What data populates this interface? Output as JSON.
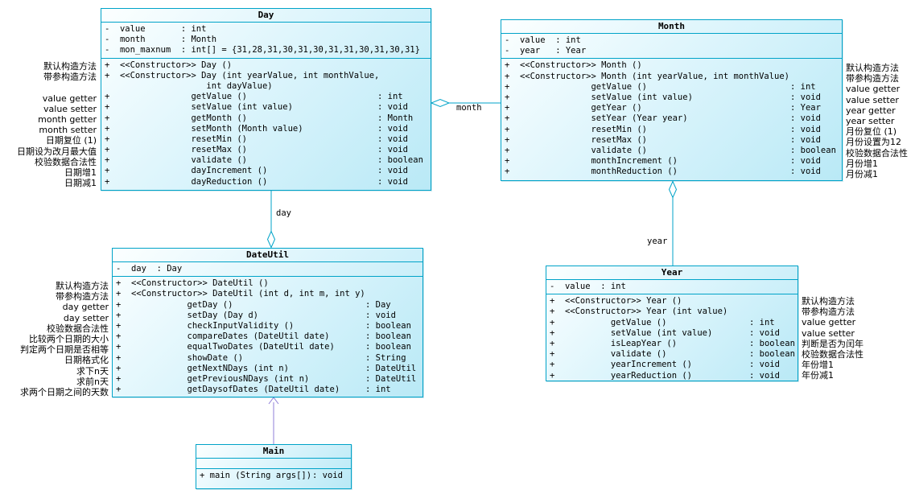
{
  "diagram": {
    "classes": [
      {
        "id": "day",
        "title": "Day",
        "attributes": [
          {
            "l": "-  value       : int"
          },
          {
            "l": "-  month       : Month"
          },
          {
            "l": "-  mon_maxnum  : int[] = {31,28,31,30,31,30,31,31,30,31,30,31}"
          }
        ],
        "methods": [
          {
            "l": "+  <<Constructor>> Day ()"
          },
          {
            "l": "+  <<Constructor>> Day (int yearValue, int monthValue,"
          },
          {
            "l": "                    int dayValue)"
          },
          {
            "l": "+                getValue ()",
            "r": ": int"
          },
          {
            "l": "+                setValue (int value)",
            "r": ": void"
          },
          {
            "l": "+                getMonth ()",
            "r": ": Month"
          },
          {
            "l": "+                setMonth (Month value)",
            "r": ": void"
          },
          {
            "l": "+                resetMin ()",
            "r": ": void"
          },
          {
            "l": "+                resetMax ()",
            "r": ": void"
          },
          {
            "l": "+                validate ()",
            "r": ": boolean"
          },
          {
            "l": "+                dayIncrement ()",
            "r": ": void"
          },
          {
            "l": "+                dayReduction ()",
            "r": ": void"
          }
        ]
      },
      {
        "id": "month",
        "title": "Month",
        "attributes": [
          {
            "l": "-  value  : int"
          },
          {
            "l": "-  year   : Year"
          }
        ],
        "methods": [
          {
            "l": "+  <<Constructor>> Month ()"
          },
          {
            "l": "+  <<Constructor>> Month (int yearValue, int monthValue)"
          },
          {
            "l": "+                getValue ()",
            "r": ": int"
          },
          {
            "l": "+                setValue (int value)",
            "r": ": void"
          },
          {
            "l": "+                getYear ()",
            "r": ": Year"
          },
          {
            "l": "+                setYear (Year year)",
            "r": ": void"
          },
          {
            "l": "+                resetMin ()",
            "r": ": void"
          },
          {
            "l": "+                resetMax ()",
            "r": ": void"
          },
          {
            "l": "+                validate ()",
            "r": ": boolean"
          },
          {
            "l": "+                monthIncrement ()",
            "r": ": void"
          },
          {
            "l": "+                monthReduction ()",
            "r": ": void"
          }
        ]
      },
      {
        "id": "dateutil",
        "title": "DateUtil",
        "attributes": [
          {
            "l": "-  day  : Day"
          }
        ],
        "methods": [
          {
            "l": "+  <<Constructor>> DateUtil ()"
          },
          {
            "l": "+  <<Constructor>> DateUtil (int d, int m, int y)"
          },
          {
            "l": "+             getDay ()",
            "r": ": Day"
          },
          {
            "l": "+             setDay (Day d)",
            "r": ": void"
          },
          {
            "l": "+             checkInputValidity ()",
            "r": ": boolean"
          },
          {
            "l": "+             compareDates (DateUtil date)",
            "r": ": boolean"
          },
          {
            "l": "+             equalTwoDates (DateUtil date)",
            "r": ": boolean"
          },
          {
            "l": "+             showDate ()",
            "r": ": String"
          },
          {
            "l": "+             getNextNDays (int n)",
            "r": ": DateUtil"
          },
          {
            "l": "+             getPreviousNDays (int n)",
            "r": ": DateUtil"
          },
          {
            "l": "+             getDaysofDates (DateUtil date)",
            "r": ": int"
          }
        ]
      },
      {
        "id": "year",
        "title": "Year",
        "attributes": [
          {
            "l": "-  value  : int"
          }
        ],
        "methods": [
          {
            "l": "+  <<Constructor>> Year ()"
          },
          {
            "l": "+  <<Constructor>> Year (int value)"
          },
          {
            "l": "+           getValue ()",
            "r": ": int"
          },
          {
            "l": "+           setValue (int value)",
            "r": ": void"
          },
          {
            "l": "+           isLeapYear ()",
            "r": ": boolean"
          },
          {
            "l": "+           validate ()",
            "r": ": boolean"
          },
          {
            "l": "+           yearIncrement ()",
            "r": ": void"
          },
          {
            "l": "+           yearReduction ()",
            "r": ": void"
          }
        ]
      },
      {
        "id": "main",
        "title": "Main",
        "attributes": [],
        "methods": [
          {
            "l": "+ main (String args[])",
            "r": ": void"
          }
        ]
      }
    ],
    "edges": [
      {
        "id": "day-month",
        "type": "aggregation",
        "label": "month"
      },
      {
        "id": "dateutil-day",
        "type": "aggregation",
        "label": "day"
      },
      {
        "id": "month-year",
        "type": "aggregation",
        "label": "year"
      },
      {
        "id": "main-dateutil",
        "type": "association",
        "label": ""
      }
    ],
    "annotations": {
      "day_notes": {
        "lines": [
          "默认构造方法",
          "带参构造方法",
          "",
          "value getter",
          "value setter",
          "month getter",
          "month setter",
          "日期复位 (1)",
          "日期设为改月最大值",
          "校验数据合法性",
          "日期增1",
          "日期减1"
        ]
      },
      "month_notes": {
        "lines": [
          "默认构造方法",
          "带参构造方法",
          "value getter",
          "value setter",
          "year getter",
          "year setter",
          "月份复位 (1)",
          "月份设置为12",
          "校验数据合法性",
          "月份增1",
          "月份减1"
        ]
      },
      "dateutil_notes": {
        "lines": [
          "默认构造方法",
          "带参构造方法",
          "day getter",
          "day setter",
          "校验数据合法性",
          "比较两个日期的大小",
          "判定两个日期是否相等",
          "日期格式化",
          "求下n天",
          "求前n天",
          "求两个日期之间的天数"
        ]
      },
      "year_notes": {
        "lines": [
          "默认构造方法",
          "带参构造方法",
          "value getter",
          "value setter",
          "判断是否为闰年",
          "校验数据合法性",
          "年份增1",
          "年份减1"
        ]
      }
    }
  }
}
